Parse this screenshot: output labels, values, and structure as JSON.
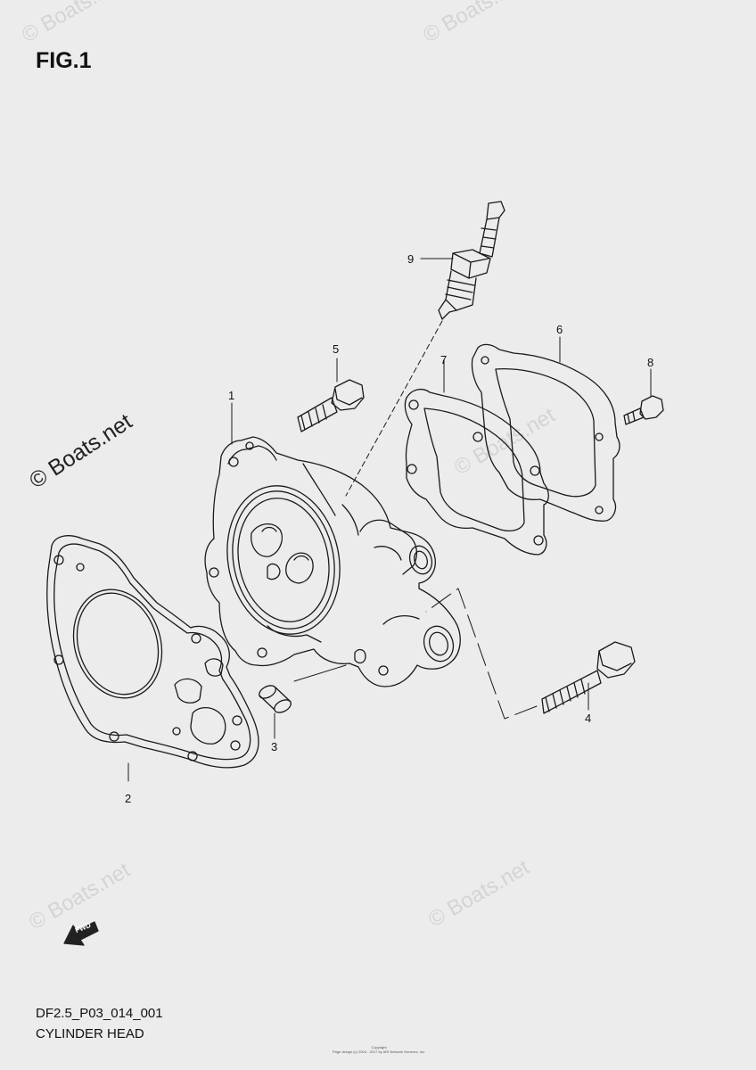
{
  "figure": {
    "title": "FIG.1"
  },
  "watermarks": {
    "main": "© Boats.net",
    "faint": "© Boats.net"
  },
  "parts": [
    {
      "ref": "1",
      "name": "cylinder-head"
    },
    {
      "ref": "2",
      "name": "cylinder-head-gasket"
    },
    {
      "ref": "3",
      "name": "dowel-pin"
    },
    {
      "ref": "4",
      "name": "long-bolt"
    },
    {
      "ref": "5",
      "name": "bolt"
    },
    {
      "ref": "6",
      "name": "cylinder-head-cover"
    },
    {
      "ref": "7",
      "name": "cover-gasket"
    },
    {
      "ref": "8",
      "name": "small-bolt"
    },
    {
      "ref": "9",
      "name": "spark-plug"
    }
  ],
  "fwd_label": "FWD",
  "footer": {
    "code": "DF2.5_P03_014_001",
    "name": "CYLINDER HEAD",
    "copyright_line1": "Copyright",
    "copyright_line2": "Page design (c) 2004 - 2017 by ARI Network Services, Inc."
  },
  "colors": {
    "background": "#ececec",
    "line": "#1a1a1a"
  }
}
